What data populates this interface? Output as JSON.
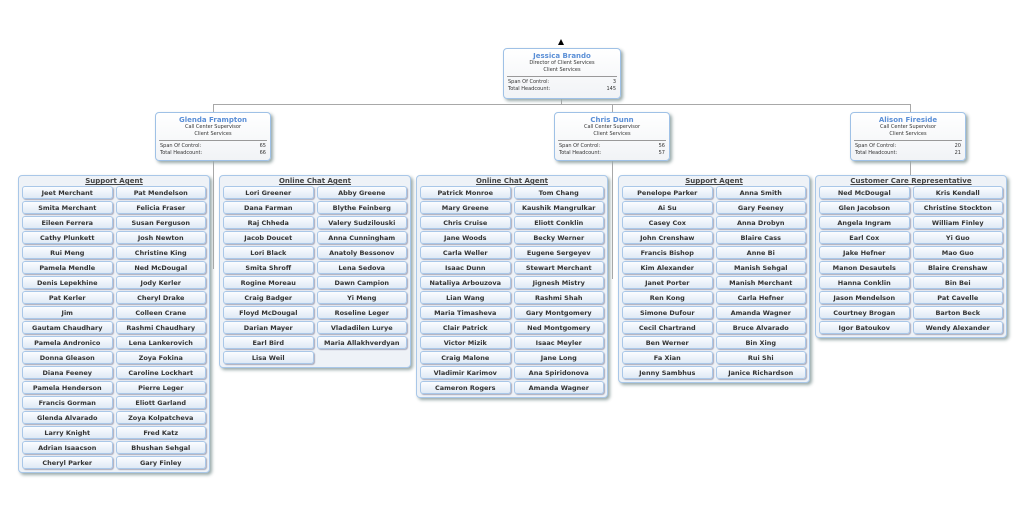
{
  "director": {
    "name": "Jessica Brando",
    "title": "Director of Client Services",
    "dept": "Client Services",
    "span_label": "Span Of Control:",
    "span": "3",
    "head_label": "Total Headcount:",
    "head": "145"
  },
  "managers": [
    {
      "name": "Glenda Frampton",
      "title": "Call Center Supervisor",
      "dept": "Client Services",
      "span_label": "Span Of Control:",
      "span": "65",
      "head_label": "Total Headcount:",
      "head": "66"
    },
    {
      "name": "Chris  Dunn",
      "title": "Call Center Supervisor",
      "dept": "Client Services",
      "span_label": "Span Of Control:",
      "span": "56",
      "head_label": "Total Headcount:",
      "head": "57"
    },
    {
      "name": "Alison Fireside",
      "title": "Call Center Supervisor",
      "dept": "Client Services",
      "span_label": "Span Of Control:",
      "span": "20",
      "head_label": "Total Headcount:",
      "head": "21"
    }
  ],
  "groups": [
    {
      "title": "Support Agent",
      "members": [
        "Jeet Merchant",
        "Pat Mendelson",
        "Smita Merchant",
        "Felicia Fraser",
        "Eileen Ferrera",
        "Susan Ferguson",
        "Cathy Plunkett",
        "Josh Newton",
        "Rui Meng",
        "Christine King",
        "Pamela Mendle",
        "Ned McDougal",
        "Denis Lepekhine",
        "Jody Kerler",
        "Pat Kerler",
        "Cheryl Drake",
        "Jim",
        "Colleen Crane",
        "Gautam Chaudhary",
        "Rashmi Chaudhary",
        "Pamela Andronico",
        "Lena Lankerovich",
        "Donna Gleason",
        "Zoya Fokina",
        "Diana Feeney",
        "Caroline Lockhart",
        "Pamela Henderson",
        "Pierre Leger",
        "Francis Gorman",
        "Eliott Garland",
        "Glenda Alvarado",
        "Zoya Kolpatcheva",
        "Larry Knight",
        "Fred Katz",
        "Adrian Isaacson",
        "Bhushan Sehgal",
        "Cheryl Parker",
        "Gary Finley"
      ]
    },
    {
      "title": "Online Chat Agent",
      "members": [
        "Lori Greener",
        "Abby Greene",
        "Dana Farman",
        "Blythe Feinberg",
        "Raj Chheda",
        "Valery Sudzilouski",
        "Jacob Doucet",
        "Anna Cunningham",
        "Lori Black",
        "Anatoly Bessonov",
        "Smita Shroff",
        "Lena Sedova",
        "Rogine Moreau",
        "Dawn Campion",
        "Craig Badger",
        "Yi Meng",
        "Floyd McDougal",
        "Roseline Leger",
        "Darian Mayer",
        "Vladadilen Lurye",
        "Earl Bird",
        "Maria Allakhverdyan",
        "Lisa Weil"
      ]
    },
    {
      "title": "Online Chat Agent",
      "members": [
        "Patrick Monroe",
        "Tom Chang",
        "Mary Greene",
        "Kaushik Mangrulkar",
        "Chris Cruise",
        "Eliott Conklin",
        "Jane Woods",
        "Becky Werner",
        "Carla Weller",
        "Eugene Sergeyev",
        "Isaac Dunn",
        "Stewart Merchant",
        "Nataliya Arbouzova",
        "Jignesh Mistry",
        "Lian Wang",
        "Rashmi Shah",
        "Maria Timasheva",
        "Gary Montgomery",
        "Clair Patrick",
        "Ned Montgomery",
        "Victor Mizik",
        "Isaac Meyler",
        "Craig Malone",
        "Jane Long",
        "Vladimir Karimov",
        "Ana Spiridonova",
        "Cameron Rogers",
        "Amanda Wagner"
      ]
    },
    {
      "title": "Support Agent",
      "members": [
        "Penelope Parker",
        "Anna Smith",
        "Ai Su",
        "Gary Feeney",
        "Casey Cox",
        "Anna Drobyn",
        "John Crenshaw",
        "Blaire Cass",
        "Francis Bishop",
        "Anne Bi",
        "Kim Alexander",
        "Manish Sehgal",
        "Janet Porter",
        "Manish Merchant",
        "Ren Kong",
        "Carla Hefner",
        "Simone Dufour",
        "Amanda Wagner",
        "Cecil Chartrand",
        "Bruce Alvarado",
        "Ben Werner",
        "Bin Xing",
        "Fa Xian",
        "Rui Shi",
        "Jenny Sambhus",
        "Janice Richardson"
      ]
    },
    {
      "title": "Customer Care Representative",
      "members": [
        "Ned McDougal",
        "Kris Kendall",
        "Glen Jacobson",
        "Christine Stockton",
        "Angela Ingram",
        "William Finley",
        "Earl Cox",
        "Yi Guo",
        "Jake Hefner",
        "Mao Guo",
        "Manon Desautels",
        "Blaire Crenshaw",
        "Hanna Conklin",
        "Bin Bei",
        "Jason Mendelson",
        "Pat Cavelle",
        "Courtney Brogan",
        "Barton Beck",
        "Igor Batoukov",
        "Wendy Alexander"
      ]
    }
  ]
}
